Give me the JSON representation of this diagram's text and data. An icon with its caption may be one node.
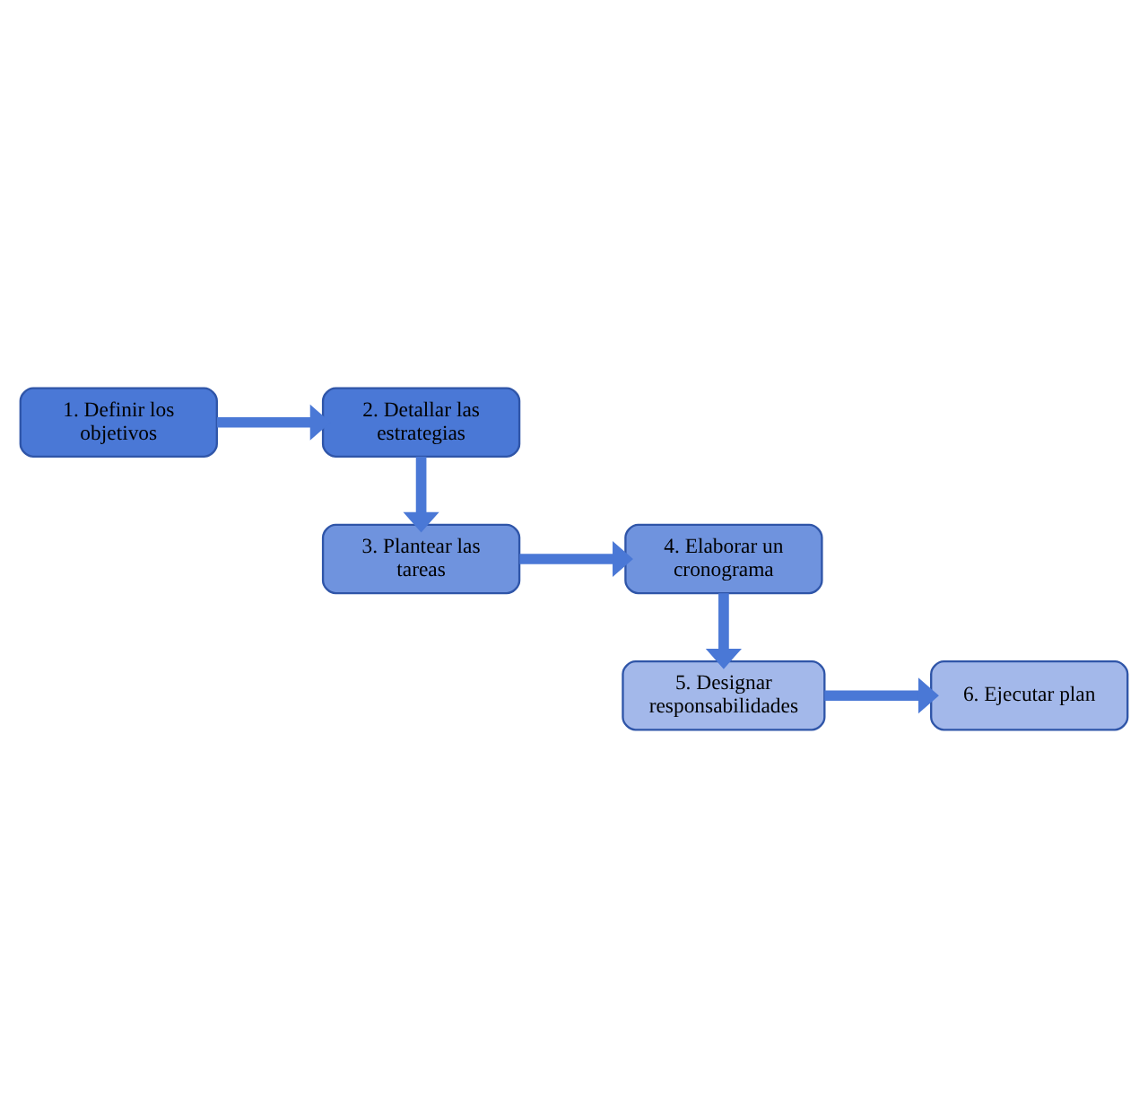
{
  "diagram": {
    "nodes": [
      {
        "text": [
          "1. Definir los objetivos"
        ]
      },
      {
        "text": [
          "2. Detallar las estrategias"
        ]
      },
      {
        "text": [
          "3. Plantear las tareas"
        ]
      },
      {
        "text": [
          "4. Elaborar un cronograma"
        ]
      },
      {
        "text": [
          "5. Designar responsabilidades"
        ]
      },
      {
        "text": [
          "6. Ejecutar plan"
        ]
      }
    ],
    "edges": [
      {
        "from": 0,
        "to": 1,
        "arrow": "to"
      },
      {
        "from": 1,
        "to": 2,
        "arrow": "to"
      },
      {
        "from": 2,
        "to": 3,
        "arrow": "to"
      },
      {
        "from": 3,
        "to": 4,
        "arrow": "to"
      },
      {
        "from": 4,
        "to": 5,
        "arrow": "to"
      }
    ]
  }
}
